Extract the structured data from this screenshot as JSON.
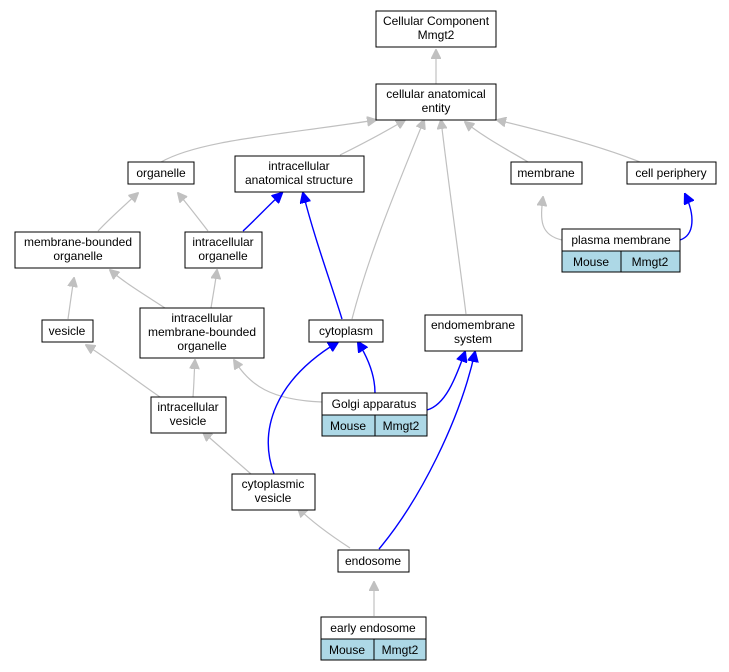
{
  "nodes": {
    "cellular_component": {
      "lines": [
        "Cellular Component",
        "Mmgt2"
      ]
    },
    "cellular_anatomical_entity": {
      "lines": [
        "cellular anatomical",
        "entity"
      ]
    },
    "organelle": {
      "lines": [
        "organelle"
      ]
    },
    "intracellular_anatomical_structure": {
      "lines": [
        "intracellular",
        "anatomical structure"
      ]
    },
    "membrane": {
      "lines": [
        "membrane"
      ]
    },
    "cell_periphery": {
      "lines": [
        "cell periphery"
      ]
    },
    "membrane_bounded_organelle": {
      "lines": [
        "membrane-bounded",
        "organelle"
      ]
    },
    "intracellular_organelle": {
      "lines": [
        "intracellular",
        "organelle"
      ]
    },
    "plasma_membrane": {
      "lines": [
        "plasma membrane"
      ],
      "annotation": [
        "Mouse",
        "Mmgt2"
      ]
    },
    "vesicle": {
      "lines": [
        "vesicle"
      ]
    },
    "intracellular_membrane_bounded_organelle": {
      "lines": [
        "intracellular",
        "membrane-bounded",
        "organelle"
      ]
    },
    "cytoplasm": {
      "lines": [
        "cytoplasm"
      ]
    },
    "endomembrane_system": {
      "lines": [
        "endomembrane",
        "system"
      ]
    },
    "intracellular_vesicle": {
      "lines": [
        "intracellular",
        "vesicle"
      ]
    },
    "golgi_apparatus": {
      "lines": [
        "Golgi apparatus"
      ],
      "annotation": [
        "Mouse",
        "Mmgt2"
      ]
    },
    "cytoplasmic_vesicle": {
      "lines": [
        "cytoplasmic",
        "vesicle"
      ]
    },
    "endosome": {
      "lines": [
        "endosome"
      ]
    },
    "early_endosome": {
      "lines": [
        "early endosome"
      ],
      "annotation": [
        "Mouse",
        "Mmgt2"
      ]
    }
  },
  "colors": {
    "is_a_edge": "#c0c0c0",
    "part_of_edge": "#0000ff",
    "annotation_fill": "#add8e6",
    "node_fill": "#ffffff",
    "node_stroke": "#000000"
  }
}
